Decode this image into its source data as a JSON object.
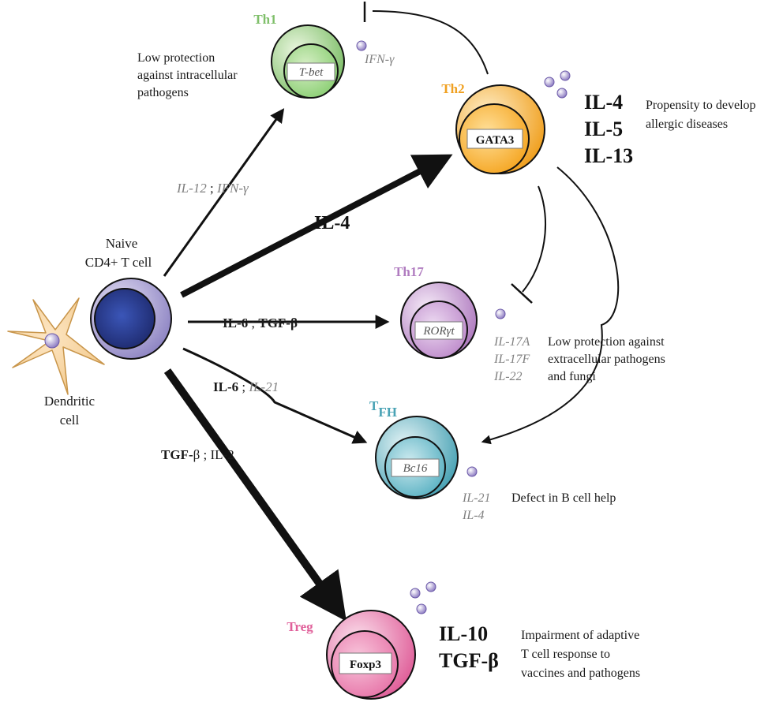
{
  "colors": {
    "th1": "#7fbf6a",
    "th2": "#f0a020",
    "th17": "#b07cc0",
    "tfh": "#4aa3b5",
    "treg": "#e0609a",
    "naive": "#3a3f8f",
    "dendritic": "#f2c889",
    "cytokine": "#8a78c0"
  },
  "cells": {
    "dendritic": {
      "label_line1": "Dendritic",
      "label_line2": "cell"
    },
    "naive": {
      "label_line1": "Naive",
      "label_line2": "CD4+ T cell"
    },
    "th1": {
      "name": "Th1",
      "tf": "T-bet",
      "cytokine": "IFN-γ",
      "note_line1": "Low protection",
      "note_line2": "against intracellular",
      "note_line3": "pathogens"
    },
    "th2": {
      "name": "Th2",
      "tf": "GATA3",
      "cytokines": [
        "IL-4",
        "IL-5",
        "IL-13"
      ],
      "note_line1": "Propensity to develop",
      "note_line2": "allergic diseases"
    },
    "th17": {
      "name": "Th17",
      "tf": "RORγt",
      "cytokines": [
        "IL-17A",
        "IL-17F",
        "IL-22"
      ],
      "note_line1": "Low protection against",
      "note_line2": "extracellular pathogens",
      "note_line3": "and fungi"
    },
    "tfh": {
      "name_main": "T",
      "name_sub": "FH",
      "tf": "Bc16",
      "cytokines": [
        "IL-21",
        "IL-4"
      ],
      "note_line1": "Defect in B cell help"
    },
    "treg": {
      "name": "Treg",
      "tf": "Foxp3",
      "cytokines": [
        "IL-10",
        "TGF-β"
      ],
      "note_line1": "Impairment of adaptive",
      "note_line2": "T cell response to",
      "note_line3": "vaccines and pathogens"
    }
  },
  "arrows": {
    "to_th1": {
      "part1": "IL-12",
      "sep": " ; ",
      "part2": "IFN-γ"
    },
    "to_th2": {
      "label": "IL-4"
    },
    "to_th17": {
      "part1": "IL-6",
      "sep": " ; ",
      "part2": "TGF-β"
    },
    "to_tfh": {
      "part1": "IL-6",
      "sep": " ; ",
      "part2": "IL-21"
    },
    "to_treg": {
      "part1": "TGF-",
      "part1b": "β",
      "sep": " ; ",
      "part2": "IL-2"
    }
  }
}
